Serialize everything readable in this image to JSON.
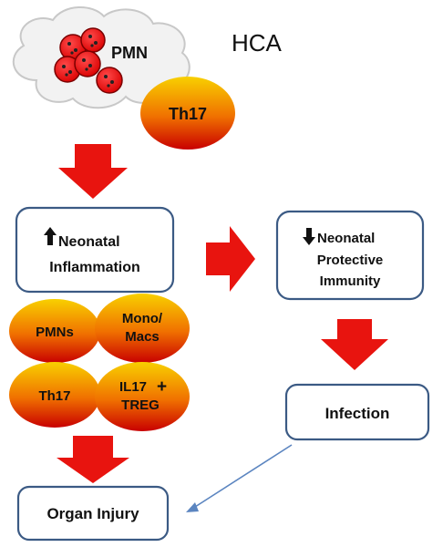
{
  "title": "HCA",
  "cloud": {
    "label": "PMN"
  },
  "top_cell": {
    "label": "Th17"
  },
  "left_box": {
    "line1": "Neonatal",
    "line2": "Inflammation"
  },
  "right_box": {
    "line1": "Neonatal",
    "line2": "Protective",
    "line3": "Immunity"
  },
  "cells": {
    "pmns": "PMNs",
    "mono_line1": "Mono/",
    "mono_line2": "Macs",
    "th17": "Th17",
    "il17_line1": "IL17",
    "il17_plus": "+",
    "il17_line2": "TREG"
  },
  "infection_box": {
    "label": "Infection"
  },
  "organ_box": {
    "label": "Organ Injury"
  },
  "colors": {
    "arrow_red": "#e8140f",
    "box_border": "#3b5a84",
    "cloud_fill": "#f2f2f2",
    "cell_top": "#f7c800",
    "cell_bottom": "#cc0000",
    "pmn_red": "#e8141a",
    "connector_blue": "#5b85c0"
  }
}
